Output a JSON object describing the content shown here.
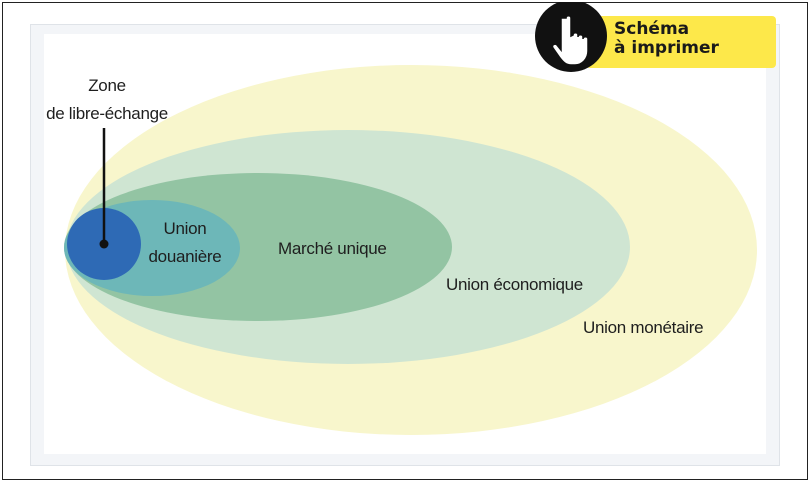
{
  "diagram": {
    "labels": {
      "zone_line1": "Zone",
      "zone_line2": "de libre-échange",
      "union_douaniere_line1": "Union",
      "union_douaniere_line2": "douanière",
      "marche_unique": "Marché unique",
      "union_economique": "Union économique",
      "union_monetaire": "Union monétaire"
    },
    "colors": {
      "union_monetaire": "#f8f6cc",
      "union_economique": "#cfe5d2",
      "marche_unique": "#93c4a3",
      "union_douaniere": "#6db7b8",
      "zone_libre_echange": "#2e6ab5"
    }
  },
  "badge": {
    "line1": "Schéma",
    "line2": "à imprimer",
    "icon": "hand-pointer-icon"
  }
}
